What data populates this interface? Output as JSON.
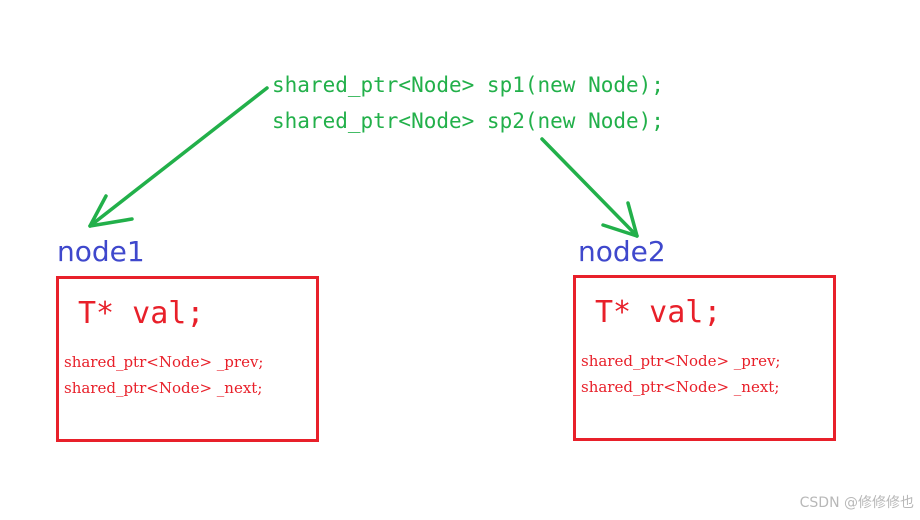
{
  "colors": {
    "code_green": "#22b04a",
    "node_blue": "#3f48cc",
    "box_red": "#e8202a",
    "arrow_green": "#22b04a",
    "watermark_gray": "#b8b8b8"
  },
  "code": {
    "line1": "shared_ptr<Node> sp1(new Node);",
    "line2": "shared_ptr<Node> sp2(new Node);"
  },
  "nodes": [
    {
      "label": "node1",
      "val": "T* val;",
      "prev": "shared_ptr<Node> _prev;",
      "next": "shared_ptr<Node> _next;"
    },
    {
      "label": "node2",
      "val": "T* val;",
      "prev": "shared_ptr<Node> _prev;",
      "next": "shared_ptr<Node> _next;"
    }
  ],
  "watermark": "CSDN @修修修也"
}
